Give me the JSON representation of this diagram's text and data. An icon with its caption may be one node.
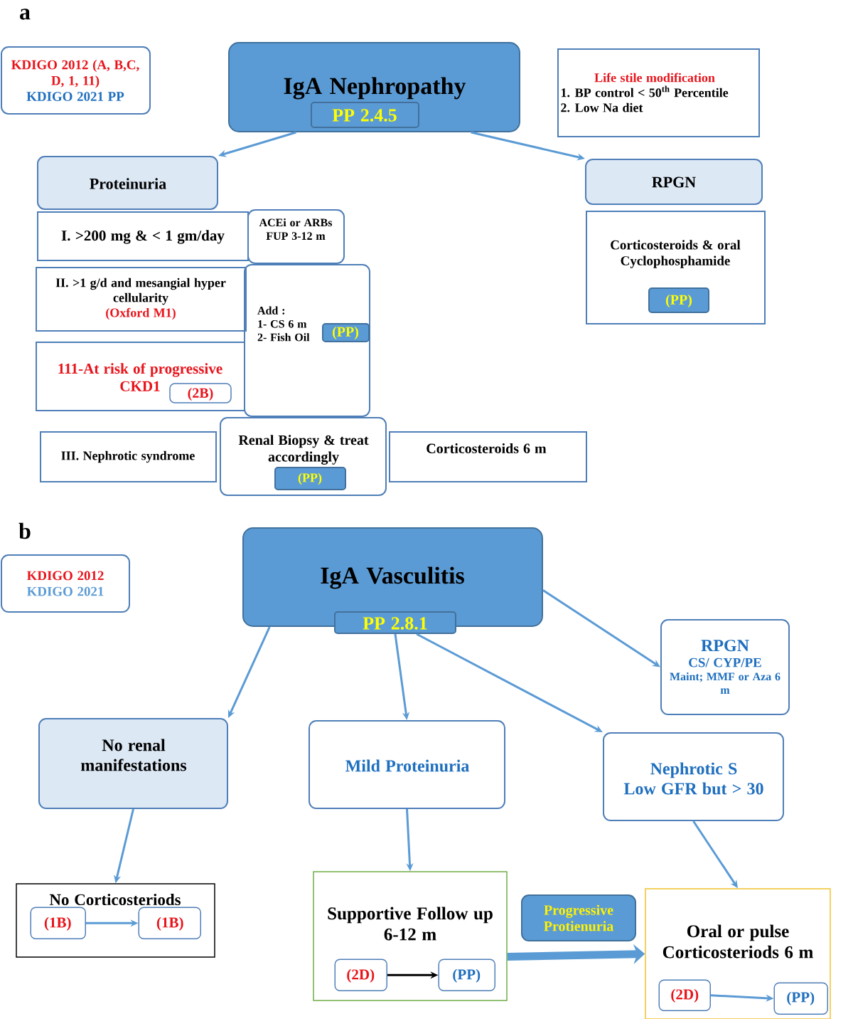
{
  "diagram": {
    "nodes": [
      {
        "text": [
          "KDIGO 2012 (A, B,C, D, 1, 11)",
          "KDIGO 2021 PP"
        ]
      },
      {
        "text": [
          "IgA Nephropathy"
        ]
      },
      {
        "text": [
          "PP 2.4.5"
        ],
        "in": 1
      },
      {
        "text": [
          "Life stile modification",
          "1. BP control < 50$^{th}$ Percentile",
          "2. Low Na diet"
        ]
      },
      {
        "text": [
          "Proteinuria"
        ]
      },
      {
        "text": [
          "RPGN"
        ]
      },
      {
        "text": [
          "I. >200 mg & < 1 gm/day"
        ]
      },
      {
        "text": [
          "ACEi or ARBs FUP 3-12 m"
        ]
      },
      {
        "text": [
          "II. >1 g/d and mesangial hyper cellularity",
          "(Oxford M1)"
        ]
      },
      {
        "text": [
          "Add :",
          "1- CS  6 m",
          "2- Fish Oil"
        ]
      },
      {
        "text": [
          "(PP)"
        ],
        "in": 9
      },
      {
        "text": [
          "111-At risk of progressive CKD1"
        ]
      },
      {
        "text": [
          "(2B)"
        ],
        "in": 11
      },
      {
        "text": [
          "Corticosteroids & oral Cyclophosphamide"
        ]
      },
      {
        "text": [
          "(PP)"
        ],
        "in": 13
      },
      {
        "text": [
          "III. Nephrotic syndrome"
        ]
      },
      {
        "text": [
          "Renal Biopsy & treat accordingly"
        ]
      },
      {
        "text": [
          "(PP)"
        ],
        "in": 16
      },
      {
        "text": [
          "Corticosteroids  6 m"
        ]
      },
      {
        "text": [
          "KDIGO 2012",
          "KDIGO 2021"
        ]
      },
      {
        "text": [
          "IgA Vasculitis"
        ]
      },
      {
        "text": [
          "PP 2.8.1"
        ]
      },
      {
        "text": [
          "RPGN",
          "CS/ CYP/PE",
          "Maint; MMF or Aza 6 m"
        ]
      },
      {
        "text": [
          "No renal manifestations"
        ]
      },
      {
        "text": [
          "Mild Proteinuria"
        ]
      },
      {
        "text": [
          "Nephrotic S",
          "Low GFR but > 30"
        ]
      },
      {
        "text": [
          "No Corticosteriods"
        ]
      },
      {
        "text": [
          "(1B)"
        ],
        "in": 26
      },
      {
        "text": [
          "(1B)"
        ],
        "in": 26
      },
      {
        "text": [
          "Supportive Follow up 6-12 m"
        ]
      },
      {
        "text": [
          "(2D)"
        ],
        "in": 29
      },
      {
        "text": [
          "(PP)"
        ],
        "in": 29
      },
      {
        "text": [
          "Oral or pulse Corticosteriods 6 m"
        ]
      },
      {
        "text": [
          "(2D)"
        ],
        "in": 32
      },
      {
        "text": [
          "(PP)"
        ],
        "in": 32
      }
    ],
    "edges": [
      {
        "from": 1,
        "to": 4,
        "arrow": "to"
      },
      {
        "from": 1,
        "to": 5,
        "arrow": "to"
      },
      {
        "from": 20,
        "to": 23,
        "arrow": "to"
      },
      {
        "from": 21,
        "to": 24,
        "arrow": "to"
      },
      {
        "from": 21,
        "to": 25,
        "arrow": "to"
      },
      {
        "from": 20,
        "to": 22,
        "arrow": "to"
      },
      {
        "from": 23,
        "to": 26,
        "arrow": "to"
      },
      {
        "from": 24,
        "to": 29,
        "arrow": "to"
      },
      {
        "from": 25,
        "to": 32,
        "arrow": "to"
      },
      {
        "from": 27,
        "to": 28,
        "arrow": "to"
      },
      {
        "from": 30,
        "to": 31,
        "arrow": "to",
        "color": "#000000"
      },
      {
        "from": 33,
        "to": 34,
        "arrow": "to"
      },
      {
        "from": 29,
        "to": 32,
        "arrow": "to",
        "style": "thick",
        "label": "Progressive Protienuria"
      }
    ],
    "labels": [
      "a",
      "b"
    ]
  }
}
